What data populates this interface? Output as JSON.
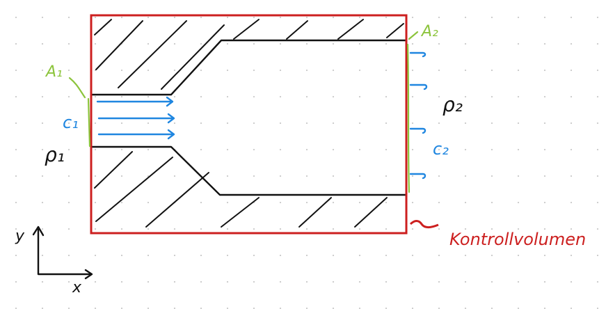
{
  "labels": {
    "A1": "A₁",
    "A2": "A₂",
    "c1": "c₁",
    "c2": "c₂",
    "rho1": "ρ₁",
    "rho2": "ρ₂",
    "control_volume": "Kontrollvolumen",
    "axis_x": "x",
    "axis_y": "y"
  },
  "colors": {
    "control_volume": "#cc1f1f",
    "areas": "#8cc43c",
    "velocity": "#1f86e0",
    "ink": "#111111"
  }
}
